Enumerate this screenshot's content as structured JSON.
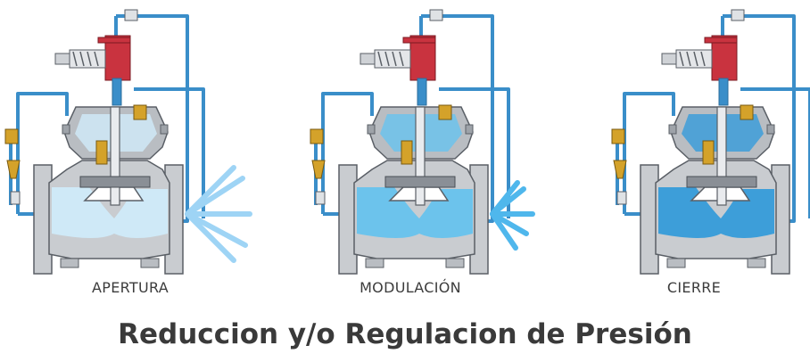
{
  "panels": [
    {
      "label": "APERTURA",
      "fill": "#cfe9f7"
    },
    {
      "label": "MODULACIÓN",
      "fill": "#6cc3ec"
    },
    {
      "label": "CIERRE",
      "fill": "#3d9ed9"
    }
  ],
  "title": "Reduccion y/o Regulacion de Presión",
  "colors": {
    "pipe": "#3a8ec9",
    "body": "#c9ccd0",
    "outline": "#5a5f66",
    "pilot": "#c9333f",
    "brass": "#d4a22a",
    "flow": "#8ccff5"
  }
}
